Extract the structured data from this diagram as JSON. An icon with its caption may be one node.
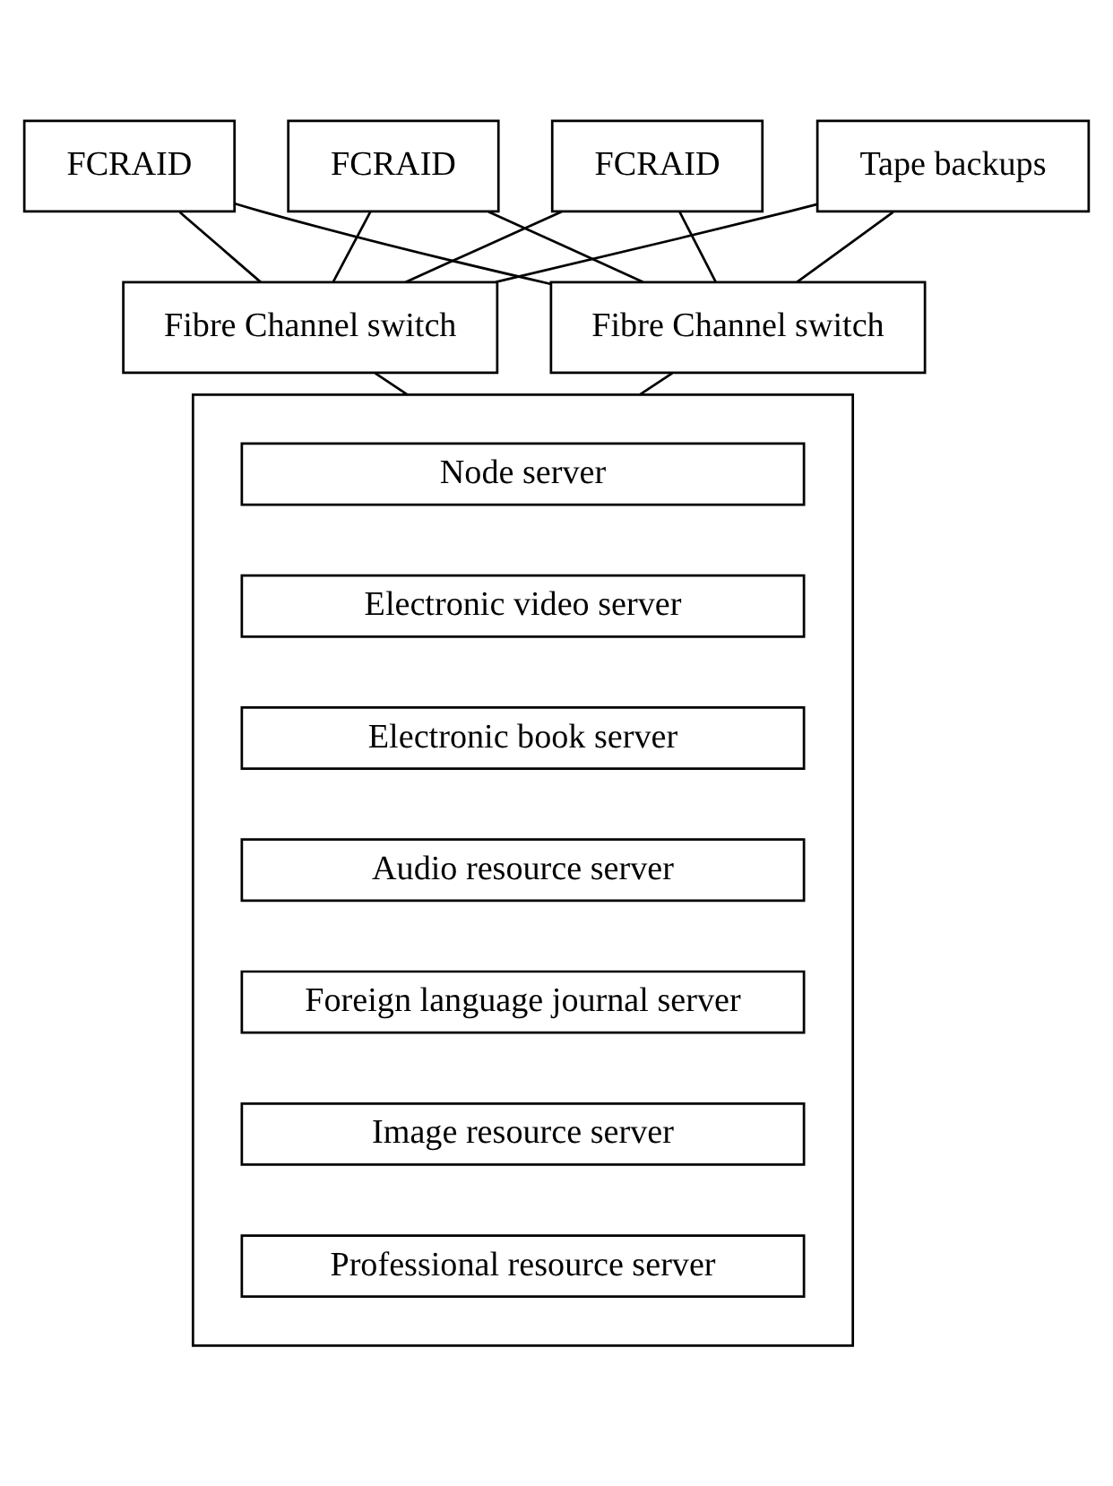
{
  "diagram": {
    "nodes": [
      {
        "text": [
          "FCRAID"
        ]
      },
      {
        "text": [
          "FCRAID"
        ]
      },
      {
        "text": [
          "FCRAID"
        ]
      },
      {
        "text": [
          "Tape backups"
        ]
      },
      {
        "text": [
          "Fibre Channel switch"
        ]
      },
      {
        "text": [
          "Fibre Channel switch"
        ]
      },
      {
        "text": [],
        "shape": "box"
      },
      {
        "text": [
          "Node server"
        ],
        "in": 6
      },
      {
        "text": [
          "Electronic video server"
        ],
        "in": 6
      },
      {
        "text": [
          "Electronic book server"
        ],
        "in": 6
      },
      {
        "text": [
          "Audio resource server"
        ],
        "in": 6
      },
      {
        "text": [
          "Foreign language journal server"
        ],
        "in": 6
      },
      {
        "text": [
          "Image resource server"
        ],
        "in": 6
      },
      {
        "text": [
          "Professional resource server"
        ],
        "in": 6
      }
    ],
    "edges": [
      {
        "from": 0,
        "to": 4,
        "arrow": "none"
      },
      {
        "from": 0,
        "to": 5,
        "arrow": "none"
      },
      {
        "from": 1,
        "to": 4,
        "arrow": "none"
      },
      {
        "from": 1,
        "to": 5,
        "arrow": "none"
      },
      {
        "from": 2,
        "to": 4,
        "arrow": "none"
      },
      {
        "from": 2,
        "to": 5,
        "arrow": "none"
      },
      {
        "from": 3,
        "to": 4,
        "arrow": "none"
      },
      {
        "from": 3,
        "to": 5,
        "arrow": "none"
      },
      {
        "from": 4,
        "to": 6,
        "arrow": "none"
      },
      {
        "from": 5,
        "to": 6,
        "arrow": "none"
      }
    ]
  }
}
